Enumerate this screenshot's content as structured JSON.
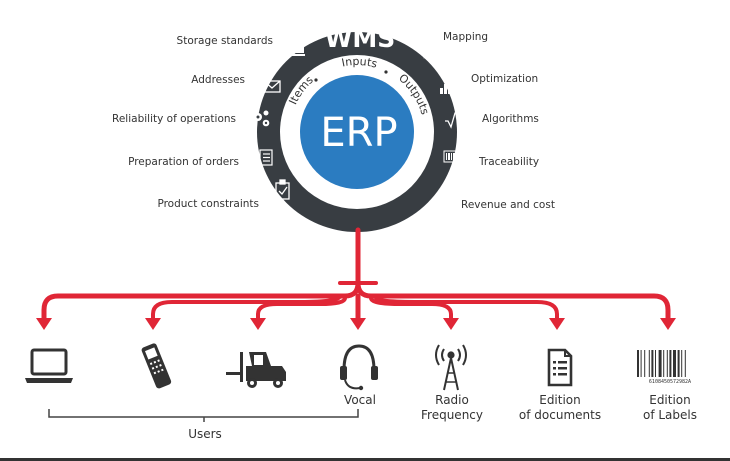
{
  "hub": {
    "wms": "WMS",
    "erp": "ERP",
    "ring_words": {
      "items": "Items",
      "inputs": "Inputs",
      "outputs": "Outputs"
    }
  },
  "left_features": [
    {
      "label": "Storage standards",
      "icon": "pallet-boxes-icon"
    },
    {
      "label": "Addresses",
      "icon": "envelope-icon"
    },
    {
      "label": "Reliability of operations",
      "icon": "gears-icon"
    },
    {
      "label": "Preparation of orders",
      "icon": "document-list-icon"
    },
    {
      "label": "Product constraints",
      "icon": "clipboard-check-icon"
    }
  ],
  "right_features": [
    {
      "label": "Mapping",
      "icon": "compass-rose-icon"
    },
    {
      "label": "Optimization",
      "icon": "bar-chart-icon"
    },
    {
      "label": "Algorithms",
      "icon": "square-root-icon"
    },
    {
      "label": "Traceability",
      "icon": "barcode-icon"
    },
    {
      "label": "Revenue and cost",
      "icon": "euro-icon"
    }
  ],
  "outputs": {
    "laptop": {
      "icon": "laptop-icon"
    },
    "handheld": {
      "icon": "handheld-scanner-icon"
    },
    "forklift": {
      "icon": "forklift-icon"
    },
    "vocal": {
      "label": "Vocal",
      "icon": "headset-icon"
    },
    "radio": {
      "line1": "Radio",
      "line2": "Frequency",
      "icon": "radio-tower-icon"
    },
    "documents": {
      "line1": "Edition",
      "line2": "of documents",
      "icon": "document-icon"
    },
    "labels": {
      "line1": "Edition",
      "line2": "of Labels",
      "icon": "barcode-label-icon",
      "barcode_digits": "6108450572982A"
    }
  },
  "users_label": "Users",
  "colors": {
    "dark": "#383d42",
    "blue": "#2b7cc1",
    "red": "#e02636",
    "text": "#333333",
    "line": "#444444"
  }
}
